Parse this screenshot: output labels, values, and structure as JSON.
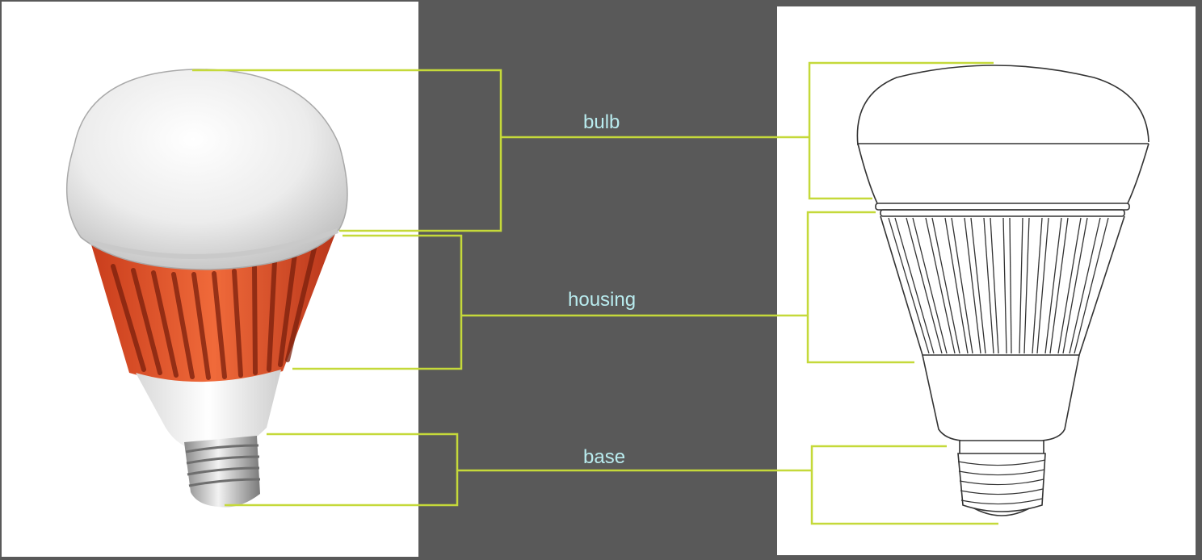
{
  "labels": {
    "bulb": "bulb",
    "housing": "housing",
    "base": "base"
  },
  "colors": {
    "background": "#595959",
    "leader_line": "#c5d93a",
    "label_text": "#b9ecef",
    "housing_fin": "#e8532a",
    "panel": "#ffffff"
  },
  "icons": {
    "left": "led-bulb-photo-icon",
    "right": "led-bulb-line-drawing-icon"
  }
}
